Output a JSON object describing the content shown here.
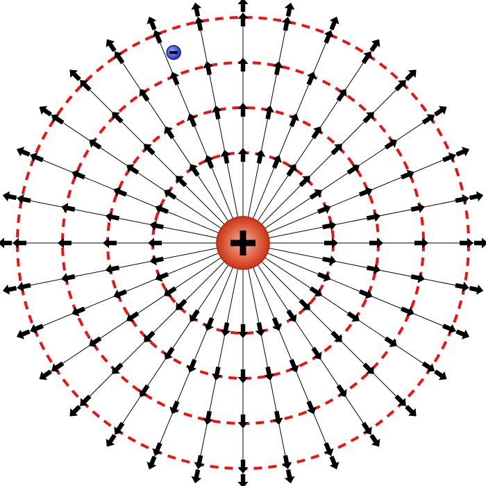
{
  "diagram": {
    "field_line_count": 32,
    "equipotential_count": 4,
    "source_charge": {
      "sign": "+",
      "icon": "plus-icon"
    },
    "test_charge": {
      "sign": "-",
      "icon": "minus-icon",
      "angle_deg": -110
    },
    "colors": {
      "background": "#ffffff",
      "field_line": "#000000",
      "arrow": "#000000",
      "equipotential": "#ee1111",
      "source_fill_center": "#f9b39b",
      "source_fill_edge": "#cc3311",
      "source_stroke": "#a32a12",
      "test_fill_center": "#9aa6ff",
      "test_fill_edge": "#2233cc",
      "test_stroke": "#111a77"
    }
  }
}
